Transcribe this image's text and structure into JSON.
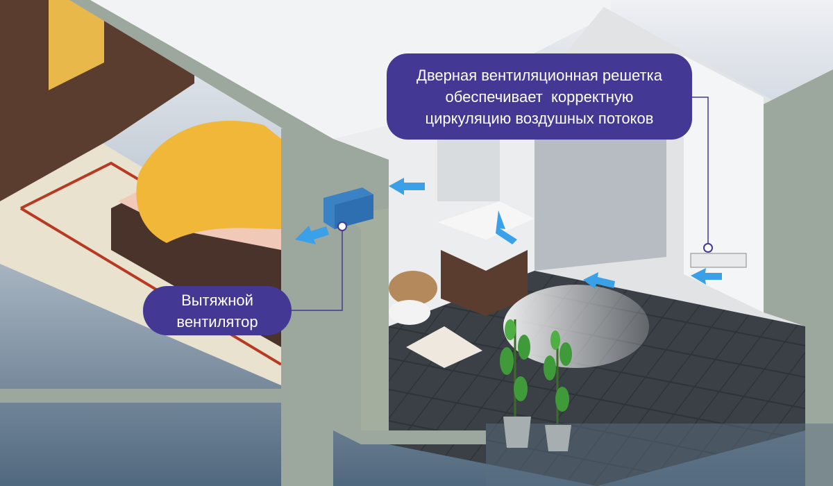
{
  "callouts": {
    "door_grille": {
      "lines": [
        "Дверная вентиляционная решетка",
        "обеспечивает  корректную",
        "циркуляцию воздушных потоков"
      ]
    },
    "exhaust_fan": {
      "lines": [
        "Вытяжной",
        "вентилятор"
      ]
    }
  },
  "colors": {
    "callout_bg": "#433893",
    "callout_text": "#ffffff",
    "airflow_arrow": "#3aa0e8",
    "wall": "#9ca79d",
    "floor_tile": "#2f3439"
  }
}
